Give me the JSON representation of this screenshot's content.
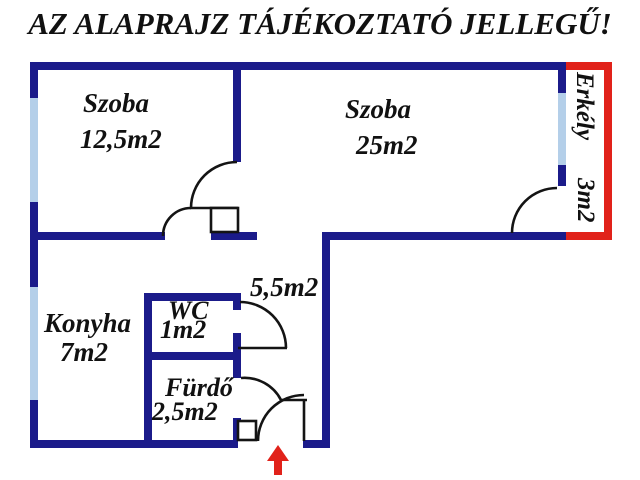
{
  "title": "AZ ALAPRAJZ TÁJÉKOZTATÓ JELLEGŰ!",
  "colors": {
    "wall": "#1b1b8a",
    "window": "#b4cfe9",
    "balcony": "#e1221a",
    "door": "#141414",
    "arrow": "#e1221a",
    "text": "#111111"
  },
  "rooms": {
    "szoba1": {
      "name": "Szoba",
      "area": "12,5m2"
    },
    "szoba2": {
      "name": "Szoba",
      "area": "25m2"
    },
    "erkely": {
      "name": "Erkély",
      "area": "3m2"
    },
    "konyha": {
      "name": "Konyha",
      "area": "7m2"
    },
    "wc": {
      "name": "WC",
      "area": "1m2"
    },
    "furdo": {
      "name": "Fürdő",
      "area": "2,5m2"
    },
    "eloter": {
      "area": "5,5m2"
    }
  }
}
